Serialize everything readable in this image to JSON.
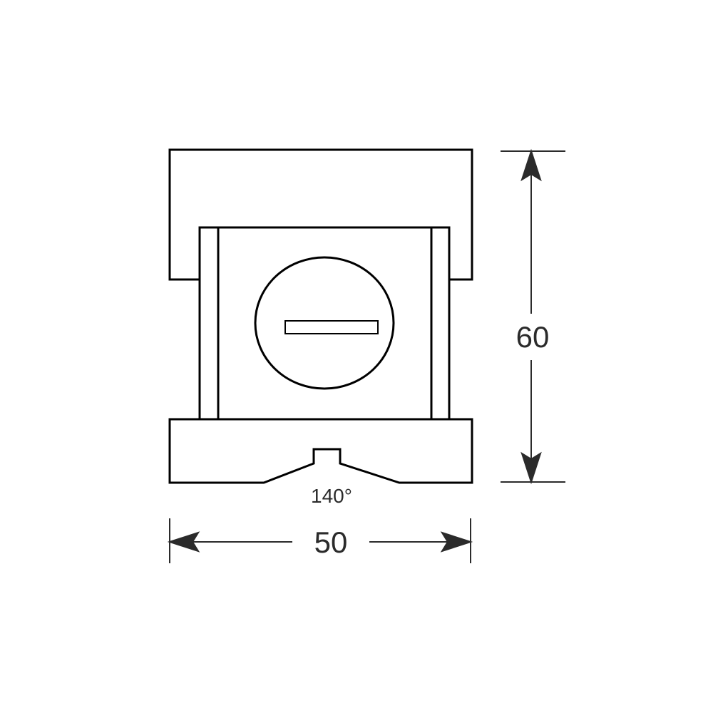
{
  "dimensions": {
    "height_label": "60",
    "width_label": "50",
    "angle_label": "140°"
  },
  "colors": {
    "line": "#000000",
    "dimension": "#2b2b2b"
  }
}
